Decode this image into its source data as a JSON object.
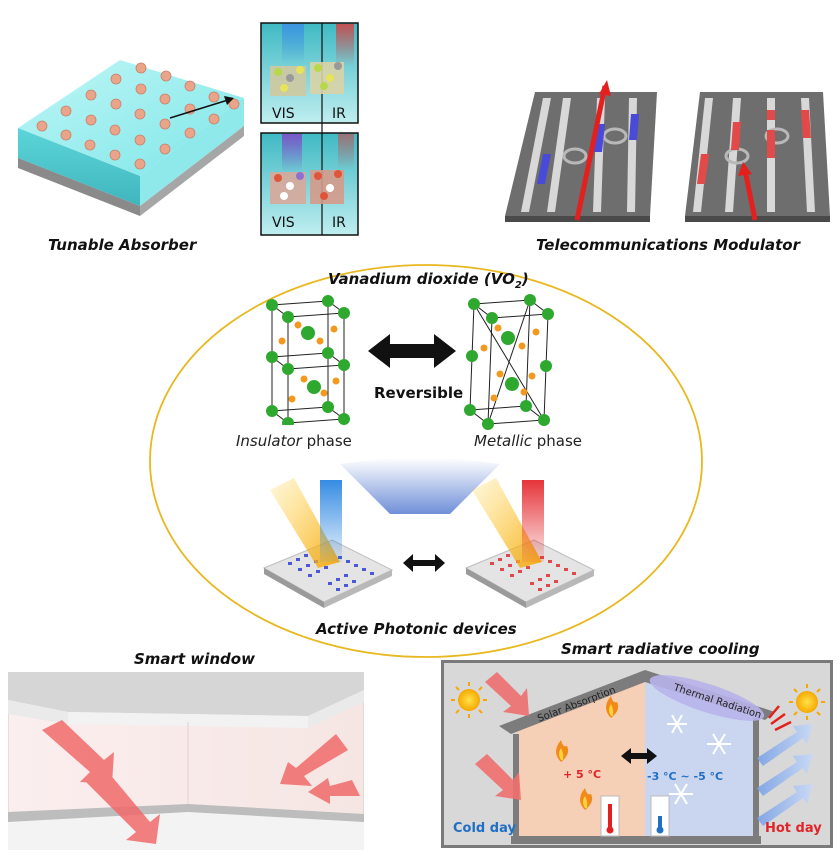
{
  "panels": {
    "tunable_absorber": {
      "caption": "Tunable Absorber",
      "vis_label": "VIS",
      "ir_label": "IR"
    },
    "telecom_modulator": {
      "caption": "Telecommunications Modulator"
    },
    "center": {
      "title_main": "Vanadium dioxide (VO",
      "title_sub": "2",
      "title_end": ")",
      "reversible": "Reversible",
      "insulator_word": "Insulator",
      "metallic_word": "Metallic",
      "phase_word": " phase",
      "devices_caption": "Active Photonic devices"
    },
    "smart_window": {
      "caption": "Smart window"
    },
    "radiative_cooling": {
      "caption": "Smart radiative cooling",
      "solar_absorption": "Solar Absorption",
      "thermal_radiation": "Thermal Radiation",
      "plus_temp": "+ 5 °C",
      "minus_temp": "-3 °C ~ -5 °C",
      "cold_day": "Cold day",
      "hot_day": "Hot day"
    }
  },
  "colors": {
    "ellipse_border": "#e8b820",
    "green_atom": "#2fa82f",
    "orange_atom": "#f39a1e",
    "blue_device": "#4b57d6",
    "red_device": "#e0474f",
    "cold_blue": "#1f6fc4",
    "hot_red": "#e0242a"
  }
}
